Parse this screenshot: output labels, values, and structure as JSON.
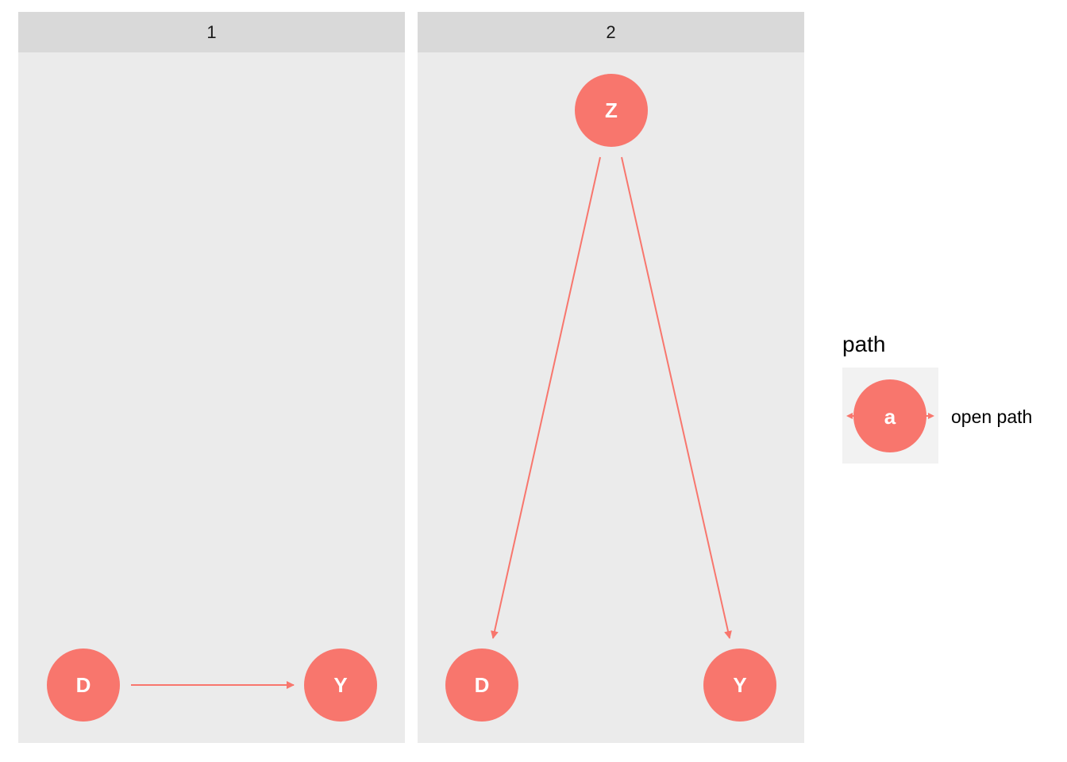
{
  "facets": [
    {
      "label": "1",
      "nodes": [
        {
          "id": "D",
          "label": "D"
        },
        {
          "id": "Y",
          "label": "Y"
        }
      ],
      "edges": [
        {
          "from": "D",
          "to": "Y"
        }
      ]
    },
    {
      "label": "2",
      "nodes": [
        {
          "id": "Z",
          "label": "Z"
        },
        {
          "id": "D",
          "label": "D"
        },
        {
          "id": "Y",
          "label": "Y"
        }
      ],
      "edges": [
        {
          "from": "Z",
          "to": "D"
        },
        {
          "from": "Z",
          "to": "Y"
        }
      ]
    }
  ],
  "legend": {
    "title": "path",
    "key_symbol": "a",
    "entries": [
      {
        "label": "open path",
        "color": "#F8766D"
      }
    ]
  },
  "colors": {
    "node": "#F8766D",
    "edge": "#F8766D",
    "panel_background": "#EBEBEB",
    "strip_background": "#D9D9D9"
  }
}
